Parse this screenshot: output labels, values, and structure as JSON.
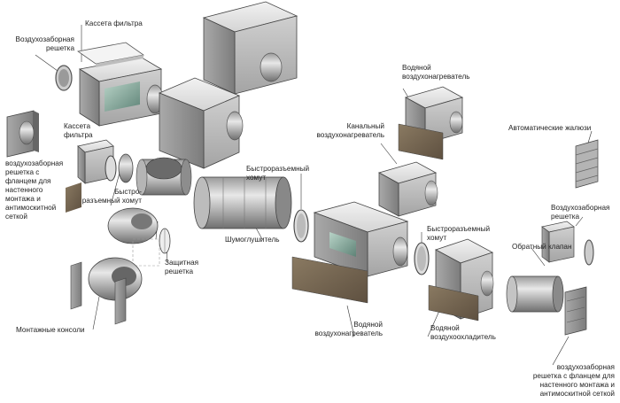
{
  "colors": {
    "bg": "#ffffff",
    "line": "#333333",
    "metal": "#c9c9c9",
    "metal_dark": "#8a8a8a",
    "filter": "#7d6b52"
  },
  "labels": {
    "intake_grille_top": "Воздухозаборная\nрешетка",
    "filter_cassette_top": "Кассета фильтра",
    "filter_cassette_left": "Кассета\nфильтра",
    "intake_grille_flange_left": "воздухозаборная\nрешетка с\nфланцем для\nнастенного\nмонтажа и\nантимоскитной\nсеткой",
    "quick_clamp_left": "Быстро-\nразъемный хомут",
    "quick_clamp_center": "Быстроразъемный\nхомут",
    "silencer": "Шумоглушитель",
    "protective_grille": "Защитная\nрешетка",
    "mounting_brackets": "Монтажные консоли",
    "water_heater_top": "Водяной\nвоздухонагреватель",
    "duct_heater": "Канальный\nвоздухонагреватель",
    "auto_shutters": "Автоматические жалюзи",
    "intake_grille_right": "Воздухозаборная\nрешетка",
    "quick_clamp_right": "Быстроразъемный\nхомут",
    "check_valve": "Обратный клапан",
    "water_heater_bottom": "Водяной\nвоздухонагреватель",
    "water_cooler": "Водяной\nвоздухоохладитель",
    "intake_grille_flange_right": "воздухозаборная\nрешетка с фланцем для\nнастенного монтажа и\nантимоскитной сеткой"
  }
}
